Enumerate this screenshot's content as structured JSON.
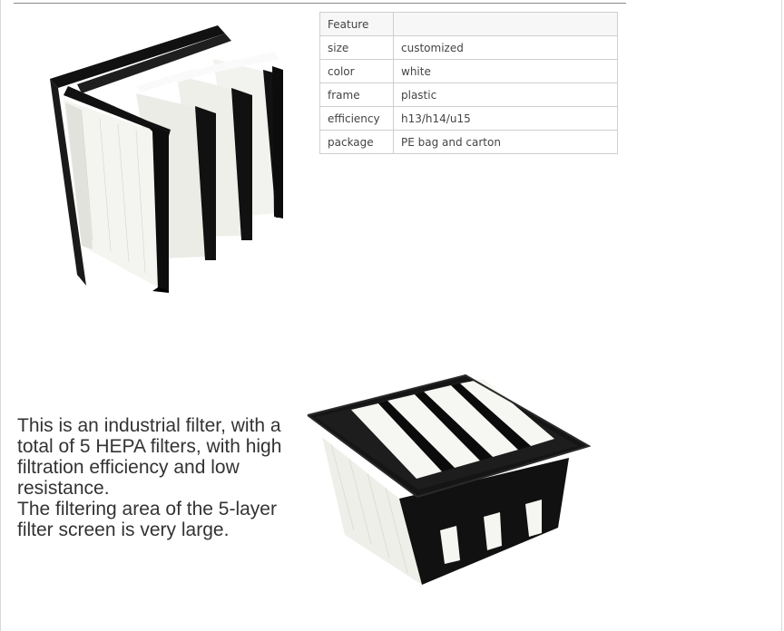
{
  "spec_table": {
    "rows": [
      {
        "label": "Feature",
        "value": ""
      },
      {
        "label": "size",
        "value": "customized"
      },
      {
        "label": "color",
        "value": "white"
      },
      {
        "label": "frame",
        "value": "plastic"
      },
      {
        "label": "efficiency",
        "value": "h13/h14/u15"
      },
      {
        "label": "package",
        "value": "PE bag and carton"
      }
    ]
  },
  "description": {
    "paragraph_1": "This is an industrial filter, with a total of 5 HEPA filters, with high filtration efficiency and low resistance.",
    "paragraph_2": "The filtering area of the 5-layer filter screen is very large."
  },
  "images": {
    "top": "v-bank-filter-side-view",
    "bottom": "v-bank-filter-top-view"
  }
}
